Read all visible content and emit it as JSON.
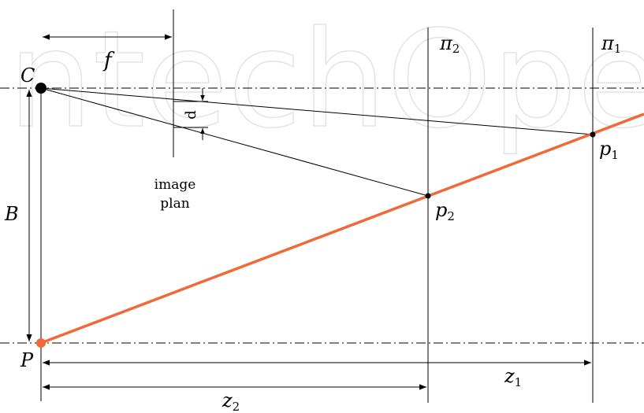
{
  "watermark": "IntechOpen",
  "labels": {
    "C": "C",
    "P": "P",
    "B": "B",
    "f": "f",
    "d": "d",
    "image_plan_line1": "image",
    "image_plan_line2": "plan",
    "pi": "π",
    "pi2_sub": "2",
    "pi1_sub": "1",
    "p": "p",
    "p1_sub": "1",
    "p2_sub": "2",
    "z": "z",
    "z1_sub": "1",
    "z2_sub": "2"
  },
  "colors": {
    "line": "#000000",
    "ray": "#f0693a",
    "point_P": "#f0693a",
    "point_C": "#000000"
  }
}
